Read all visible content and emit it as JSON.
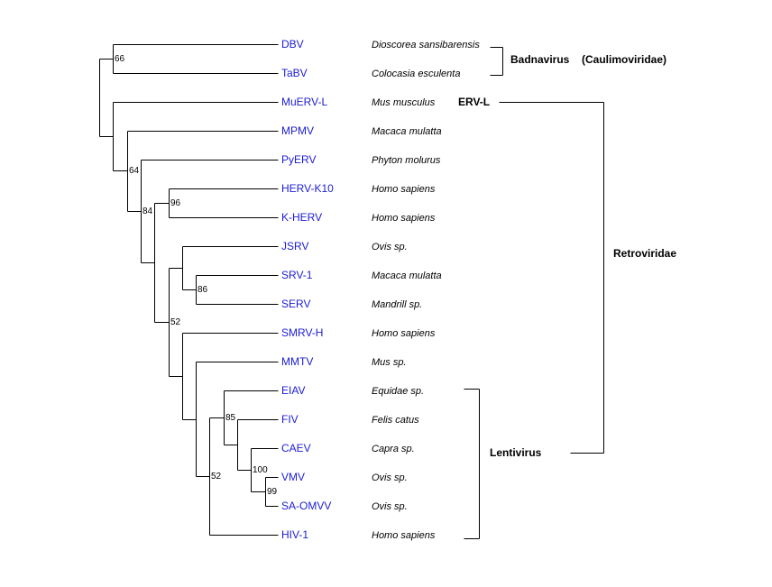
{
  "title": "Phylogenetic tree of Badnavirus and Retroviridae sequences",
  "colors": {
    "taxon": "#1c1cd4",
    "line": "#000000"
  },
  "leaves": [
    {
      "id": "DBV",
      "label": "DBV",
      "host": "Dioscorea sansibarensis"
    },
    {
      "id": "TaBV",
      "label": "TaBV",
      "host": "Colocasia esculenta"
    },
    {
      "id": "MuERV-L",
      "label": "MuERV-L",
      "host": "Mus musculus"
    },
    {
      "id": "MPMV",
      "label": "MPMV",
      "host": "Macaca mulatta"
    },
    {
      "id": "PyERV",
      "label": "PyERV",
      "host": "Phyton molurus"
    },
    {
      "id": "HERV-K10",
      "label": "HERV-K10",
      "host": "Homo sapiens"
    },
    {
      "id": "K-HERV",
      "label": "K-HERV",
      "host": "Homo sapiens"
    },
    {
      "id": "JSRV",
      "label": "JSRV",
      "host": "Ovis sp."
    },
    {
      "id": "SRV-1",
      "label": "SRV-1",
      "host": "Macaca mulatta"
    },
    {
      "id": "SERV",
      "label": "SERV",
      "host": "Mandrill sp."
    },
    {
      "id": "SMRV-H",
      "label": "SMRV-H",
      "host": "Homo sapiens"
    },
    {
      "id": "MMTV",
      "label": "MMTV",
      "host": "Mus sp."
    },
    {
      "id": "EIAV",
      "label": "EIAV",
      "host": "Equidae sp."
    },
    {
      "id": "FIV",
      "label": "FIV",
      "host": "Felis catus"
    },
    {
      "id": "CAEV",
      "label": "CAEV",
      "host": "Capra sp."
    },
    {
      "id": "VMV",
      "label": "VMV",
      "host": "Ovis sp."
    },
    {
      "id": "SA-OMVV",
      "label": "SA-OMVV",
      "host": "Ovis sp."
    },
    {
      "id": "HIV-1",
      "label": "HIV-1",
      "host": "Homo sapiens"
    }
  ],
  "tree": {
    "bootstrap": "",
    "children": [
      {
        "bootstrap": "66",
        "children": [
          {
            "leaf": "DBV"
          },
          {
            "leaf": "TaBV"
          }
        ]
      },
      {
        "bootstrap": "",
        "children": [
          {
            "leaf": "MuERV-L"
          },
          {
            "bootstrap": "64",
            "children": [
              {
                "leaf": "MPMV"
              },
              {
                "bootstrap": "84",
                "children": [
                  {
                    "leaf": "PyERV"
                  },
                  {
                    "bootstrap": "",
                    "children": [
                      {
                        "bootstrap": "96",
                        "children": [
                          {
                            "leaf": "HERV-K10"
                          },
                          {
                            "leaf": "K-HERV"
                          }
                        ]
                      },
                      {
                        "bootstrap": "52",
                        "children": [
                          {
                            "bootstrap": "",
                            "children": [
                              {
                                "leaf": "JSRV"
                              },
                              {
                                "bootstrap": "86",
                                "children": [
                                  {
                                    "leaf": "SRV-1"
                                  },
                                  {
                                    "leaf": "SERV"
                                  }
                                ]
                              }
                            ]
                          },
                          {
                            "bootstrap": "",
                            "children": [
                              {
                                "leaf": "SMRV-H"
                              },
                              {
                                "bootstrap": "",
                                "children": [
                                  {
                                    "leaf": "MMTV"
                                  },
                                  {
                                    "bootstrap": "52",
                                    "children": [
                                      {
                                        "bootstrap": "85",
                                        "children": [
                                          {
                                            "leaf": "EIAV"
                                          },
                                          {
                                            "bootstrap": "",
                                            "children": [
                                              {
                                                "leaf": "FIV"
                                              },
                                              {
                                                "bootstrap": "100",
                                                "children": [
                                                  {
                                                    "leaf": "CAEV"
                                                  },
                                                  {
                                                    "bootstrap": "99",
                                                    "children": [
                                                      {
                                                        "leaf": "VMV"
                                                      },
                                                      {
                                                        "leaf": "SA-OMVV"
                                                      }
                                                    ]
                                                  }
                                                ]
                                              }
                                            ]
                                          }
                                        ]
                                      },
                                      {
                                        "leaf": "HIV-1"
                                      }
                                    ]
                                  }
                                ]
                              }
                            ]
                          }
                        ]
                      }
                    ]
                  }
                ]
              }
            ]
          }
        ]
      }
    ]
  },
  "groups": {
    "badnavirus": {
      "label": "Badnavirus",
      "family": "(Caulimoviridae)",
      "from": "DBV",
      "to": "TaBV"
    },
    "ervl": {
      "label": "ERV-L",
      "leaf": "MuERV-L"
    },
    "retroviridae": {
      "label": "Retroviridae"
    },
    "lentivirus": {
      "label": "Lentivirus",
      "from": "EIAV",
      "to": "HIV-1"
    }
  }
}
